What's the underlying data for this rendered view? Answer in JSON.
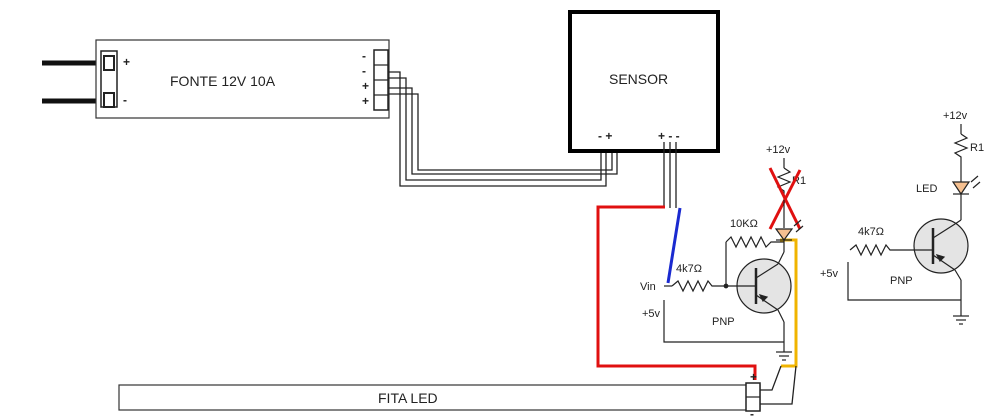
{
  "power_supply": {
    "label": "FONTE 12V 10A",
    "input_plus": "+",
    "input_minus": "-",
    "out_1": "-",
    "out_2": "-",
    "out_3": "+",
    "out_4": "+"
  },
  "sensor": {
    "label": "SENSOR",
    "left_terminals": "- +",
    "right_terminals": "+ - -"
  },
  "led_strip": {
    "label": "FITA LED",
    "plus": "+",
    "minus": "-"
  },
  "circuit_main": {
    "vcc": "+12v",
    "r1": "R1",
    "r_base_feedback": "10KΩ",
    "r_base": "4k7Ω",
    "vin": "Vin",
    "v5": "+5v",
    "transistor": "PNP"
  },
  "circuit_ref": {
    "vcc": "+12v",
    "r1": "R1",
    "led": "LED",
    "r_base": "4k7Ω",
    "v5": "+5v",
    "transistor": "PNP"
  },
  "colors": {
    "wire": "#222222",
    "red": "#e01010",
    "blue": "#1a2ad0",
    "yellow": "#f0b400",
    "strike": "#e01010",
    "led_fill": "#f6c090",
    "transistor_fill": "#e4e4e4"
  },
  "icons": [
    "terminal-block-icon",
    "resistor-icon",
    "led-icon",
    "pnp-transistor-icon",
    "ground-icon"
  ]
}
